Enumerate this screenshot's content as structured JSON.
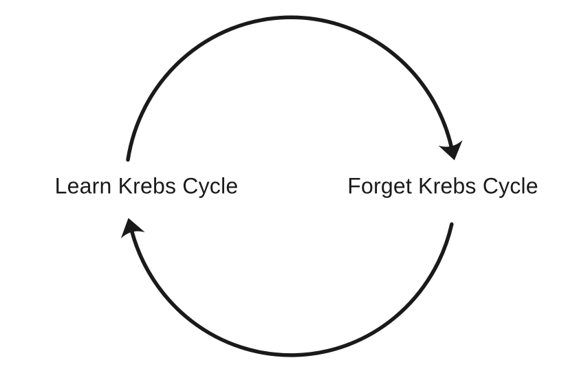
{
  "diagram": {
    "type": "cycle",
    "nodes": [
      {
        "id": "learn",
        "label": "Learn Krebs Cycle"
      },
      {
        "id": "forget",
        "label": "Forget Krebs Cycle"
      }
    ],
    "edges": [
      {
        "from": "learn",
        "to": "forget",
        "arc": "top",
        "direction": "clockwise"
      },
      {
        "from": "forget",
        "to": "learn",
        "arc": "bottom",
        "direction": "clockwise"
      }
    ],
    "colors": {
      "ink": "#1a1a1a",
      "background": "#ffffff"
    }
  }
}
